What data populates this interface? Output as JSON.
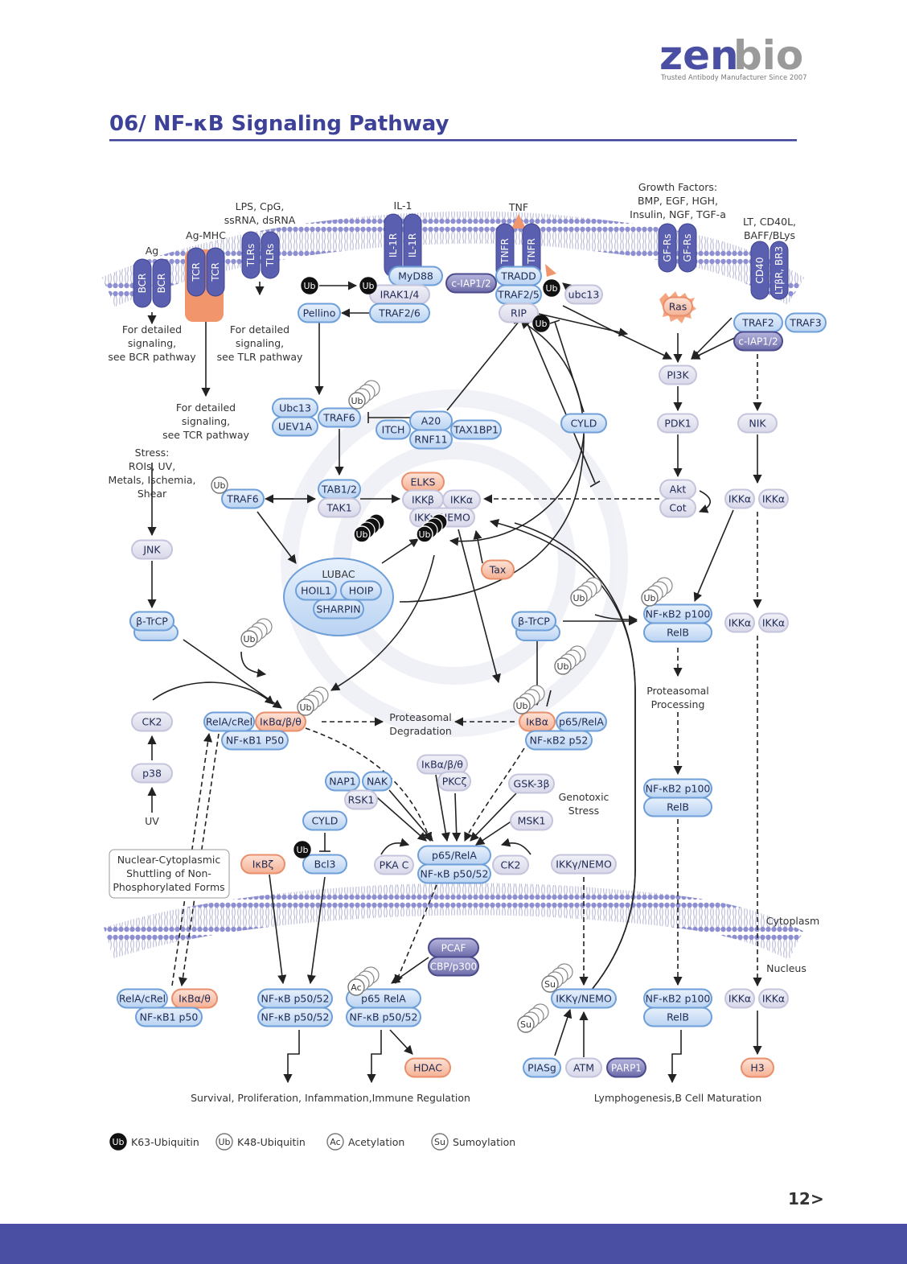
{
  "brand": {
    "name_a": "zen",
    "name_b": "bio",
    "tagline": "Trusted Antibody Manufacturer Since 2007",
    "color_a": "#4a4fa3",
    "color_b": "#9a9a9a"
  },
  "header": {
    "title": "06/ NF-κB Signaling Pathway"
  },
  "page_number": "12",
  "colors": {
    "blue": "#7aa7dc",
    "lavender": "#d9d9ec",
    "orange": "#f3a07f",
    "purple": "#5b5a9e",
    "receptor": "#5a5fb0",
    "black": "#111"
  },
  "ligands": {
    "ag": "Ag",
    "ag_mhc": "Ag-MHC",
    "lps": [
      "LPS, CpG,",
      "ssRNA, dsRNA"
    ],
    "il1": "IL-1",
    "tnf": "TNF",
    "gf": [
      "Growth Factors:",
      "BMP, EGF, HGH,",
      "Insulin, NGF, TGF-a"
    ],
    "lt": [
      "LT, CD40L,",
      "BAFF/BLys"
    ]
  },
  "receptors": {
    "bcr": "BCR",
    "tcr": "TCR",
    "tlrs": "TLRs",
    "il1r": "IL-1R",
    "tnfr": "TNFR",
    "gfrs": "GF-Rs",
    "cd40": "CD40",
    "ltbr": "LTβR, BR3"
  },
  "notes": {
    "bcr": [
      "For detailed",
      "signaling,",
      "see BCR pathway"
    ],
    "tlr": [
      "For detailed",
      "signaling,",
      "see TLR pathway"
    ],
    "tcr": [
      "For detailed",
      "signaling,",
      "see TCR pathway"
    ],
    "stress": [
      "Stress:",
      "ROIs, UV,",
      "Metals, Ischemia,",
      "Shear"
    ],
    "proteasomal_degradation": [
      "Proteasomal",
      "Degradation"
    ],
    "proteasomal_processing": [
      "Proteasomal",
      "Processing"
    ],
    "genotoxic": [
      "Genotoxic",
      "Stress"
    ],
    "shuttling": [
      "Nuclear-Cytoplasmic",
      "Shuttling of Non-",
      "Phosphorylated Forms"
    ],
    "uv": "UV",
    "cytoplasm": "Cytoplasm",
    "nucleus": "Nucleus",
    "outcome_left": "Survival, Proliferation, Infammation,Immune Regulation",
    "outcome_right": "Lymphogenesis,B Cell Maturation"
  },
  "nodes": {
    "myd88": "MyD88",
    "irak": "IRAK1/4",
    "traf26": "TRAF2/6",
    "pellino": "Pellino",
    "ciap12": "c-IAP1/2",
    "tradd": "TRADD",
    "traf25": "TRAF2/5",
    "rip": "RIP",
    "ubc13a": "ubc13",
    "ras": "Ras",
    "traf2": "TRAF2",
    "traf3": "TRAF3",
    "ciap12b": "c-IAP1/2",
    "pi3k": "PI3K",
    "pdk1": "PDK1",
    "nik": "NIK",
    "akt": "Akt",
    "cot": "Cot",
    "ubc13": "Ubc13",
    "uev1a": "UEV1A",
    "traf6": "TRAF6",
    "itch": "ITCH",
    "a20": "A20",
    "rnf11": "RNF11",
    "tax1bp1": "TAX1BP1",
    "cyld": "CYLD",
    "traf6b": "TRAF6",
    "tab12": "TAB1/2",
    "tak1": "TAK1",
    "elks": "ELKS",
    "ikkb": "IKKβ",
    "ikka": "IKKα",
    "nemo": "IKKγ/NEMO",
    "jnk": "JNK",
    "btrcp1": "β-TrCP",
    "lubac": "LUBAC",
    "hoil1": "HOIL1",
    "hoip": "HOIP",
    "sharpin": "SHARPIN",
    "tax": "Tax",
    "btrcp2": "β-TrCP",
    "nfkb2p100a": "NF-κB2 p100",
    "relba": "RelB",
    "ikka1": "IKKα",
    "ikka2": "IKKα",
    "ikka3": "IKKα",
    "ikka4": "IKKα",
    "ck2a": "CK2",
    "relacrel": "RelA/cRel",
    "ikbabt": "IκBα/β/θ",
    "nfkb1p50": "NF-κB1 P50",
    "ikba": "IκBα",
    "p65rela": "p65/RelA",
    "nfkb2p52": "NF-κB2 p52",
    "p38": "p38",
    "nfkb2p100b": "NF-κB2 p100",
    "relbb": "RelB",
    "nap1": "NAP1",
    "nak": "NAK",
    "rsk1": "RSK1",
    "ikbabt2": "IκBα/β/θ",
    "pkcz": "PKCζ",
    "gsk3b": "GSK-3β",
    "msk1": "MSK1",
    "cyld2": "CYLD",
    "ikbz": "IκBζ",
    "bcl3": "Bcl3",
    "pkac": "PKA C",
    "p65rela2": "p65/RelA",
    "nfkbp5052": "NF-κB p50/52",
    "ck2b": "CK2",
    "nemo2": "IKKγ/NEMO",
    "pcaf": "PCAF",
    "cbp": "CBP/p300",
    "relacrel2": "RelA/cRel",
    "ikbat": "IκBα/θ",
    "nfkb1p50b": "NF-κB1 p50",
    "n1": "NF-κB p50/52",
    "n2": "NF-κB p50/52",
    "p65rela3": "p65 RelA",
    "n3": "NF-κB p50/52",
    "nemo3": "IKKγ/NEMO",
    "nfkb2p100c": "NF-κB2 p100",
    "relbc": "RelB",
    "ikka5": "IKKα",
    "ikka6": "IKKα",
    "hdac": "HDAC",
    "piasg": "PIASg",
    "atm": "ATM",
    "parp1": "PARP1",
    "h3": "H3"
  },
  "marks": {
    "ub": "Ub",
    "ac": "Ac",
    "su": "Su"
  },
  "legend": [
    {
      "mark": "Ub",
      "label": "K63-Ubiquitin"
    },
    {
      "mark": "Ub",
      "label": "K48-Ubiquitin"
    },
    {
      "mark": "Ac",
      "label": "Acetylation"
    },
    {
      "mark": "Su",
      "label": "Sumoylation"
    }
  ]
}
